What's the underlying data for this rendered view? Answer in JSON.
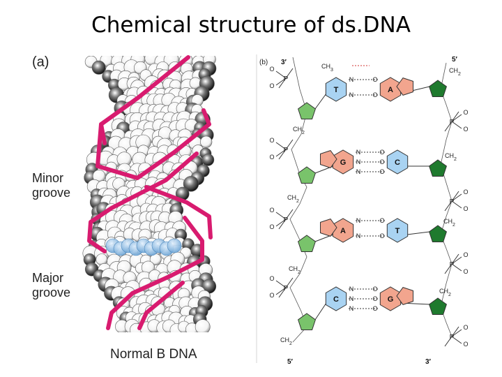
{
  "title": "Chemical structure of ds.DNA",
  "panel_a": {
    "label": "(a)",
    "minor_groove": [
      "Minor",
      "groove"
    ],
    "major_groove": [
      "Major",
      "groove"
    ],
    "caption": "Normal B DNA"
  },
  "panel_b": {
    "label": "(b)",
    "end_top_left": "3′",
    "end_top_right": "5′",
    "end_bottom_left": "5′",
    "end_bottom_right": "3′",
    "ch3": "CH",
    "ch3_sub": "3",
    "ch2": "CH",
    "ch2_sub": "2",
    "phosphorus": "P",
    "oxygen": "O",
    "nitrogen": "N",
    "base_pairs": [
      {
        "left": "T",
        "right": "A"
      },
      {
        "left": "G",
        "right": "C"
      },
      {
        "left": "A",
        "right": "T"
      },
      {
        "left": "C",
        "right": "G"
      }
    ],
    "colors": {
      "pyrimidine": "#a9d3f2",
      "purine": "#f2a58e",
      "sugar_left": "#79c36b",
      "sugar_right": "#1f7a2e",
      "backbone": "#e0246e"
    }
  }
}
